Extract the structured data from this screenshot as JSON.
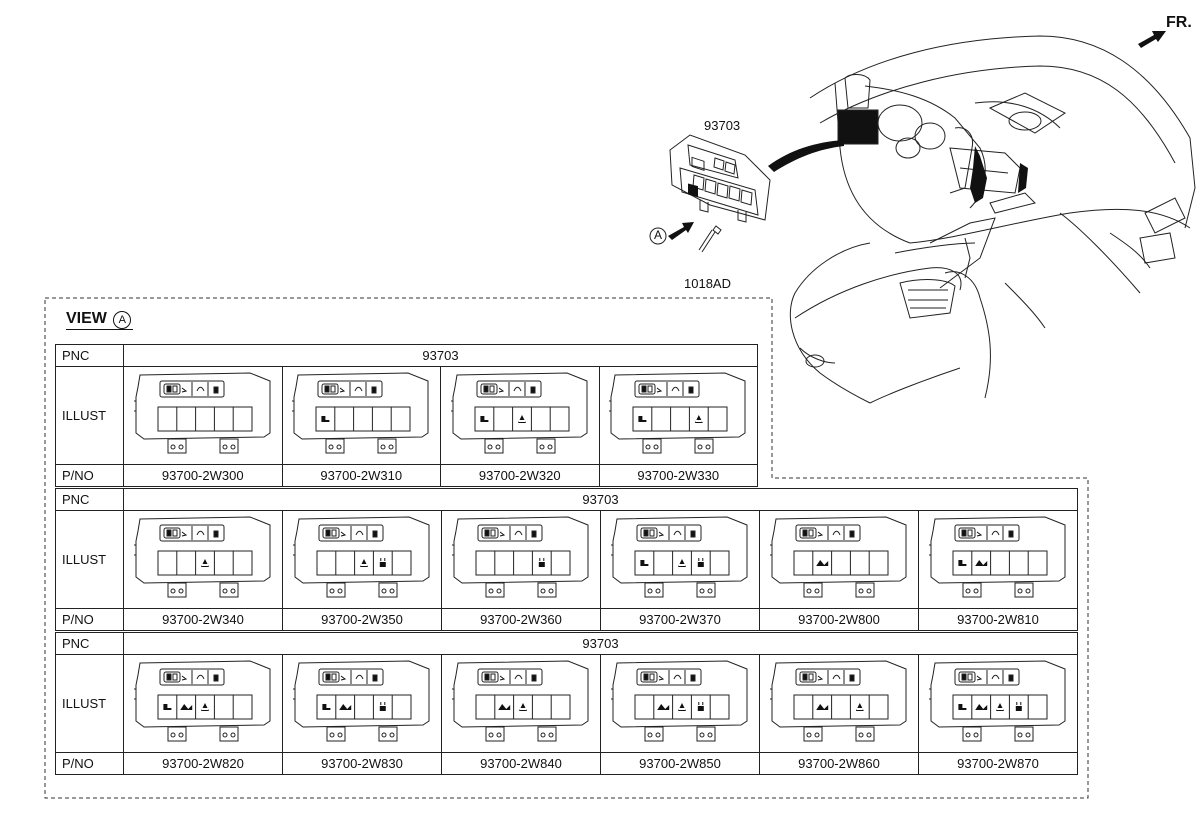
{
  "header": {
    "direction_label": "FR."
  },
  "assembly": {
    "part_label": "93703",
    "fastener_label": "1018AD",
    "view_marker": "A"
  },
  "view": {
    "title": "VIEW",
    "marker": "A"
  },
  "row_labels": {
    "pnc": "PNC",
    "illust": "ILLUST",
    "pno": "P/NO"
  },
  "tables": [
    {
      "pnc": "93703",
      "parts": [
        {
          "pno": "93700-2W300",
          "buttons": [
            "",
            "",
            "",
            "",
            ""
          ]
        },
        {
          "pno": "93700-2W310",
          "buttons": [
            "seat",
            "",
            "",
            "",
            ""
          ]
        },
        {
          "pno": "93700-2W320",
          "buttons": [
            "seat",
            "",
            "hill",
            "",
            ""
          ]
        },
        {
          "pno": "93700-2W330",
          "buttons": [
            "seat",
            "",
            "",
            "hill",
            ""
          ]
        }
      ]
    },
    {
      "pnc": "93703",
      "parts": [
        {
          "pno": "93700-2W340",
          "buttons": [
            "",
            "",
            "hill",
            "",
            ""
          ]
        },
        {
          "pno": "93700-2W350",
          "buttons": [
            "",
            "",
            "hill",
            "heat",
            ""
          ]
        },
        {
          "pno": "93700-2W360",
          "buttons": [
            "",
            "",
            "",
            "heat",
            ""
          ]
        },
        {
          "pno": "93700-2W370",
          "buttons": [
            "seat",
            "",
            "hill",
            "heat",
            ""
          ]
        },
        {
          "pno": "93700-2W800",
          "buttons": [
            "",
            "cam",
            "",
            "",
            ""
          ]
        },
        {
          "pno": "93700-2W810",
          "buttons": [
            "seat",
            "cam",
            "",
            "",
            ""
          ]
        }
      ]
    },
    {
      "pnc": "93703",
      "parts": [
        {
          "pno": "93700-2W820",
          "buttons": [
            "seat",
            "cam",
            "hill",
            "",
            ""
          ]
        },
        {
          "pno": "93700-2W830",
          "buttons": [
            "seat",
            "cam",
            "",
            "heat",
            ""
          ]
        },
        {
          "pno": "93700-2W840",
          "buttons": [
            "",
            "cam",
            "hill",
            "",
            ""
          ]
        },
        {
          "pno": "93700-2W850",
          "buttons": [
            "",
            "cam",
            "hill",
            "heat",
            ""
          ]
        },
        {
          "pno": "93700-2W860",
          "buttons": [
            "",
            "cam",
            "",
            "hill",
            ""
          ]
        },
        {
          "pno": "93700-2W870",
          "buttons": [
            "seat",
            "cam",
            "hill",
            "heat",
            ""
          ]
        }
      ]
    }
  ]
}
